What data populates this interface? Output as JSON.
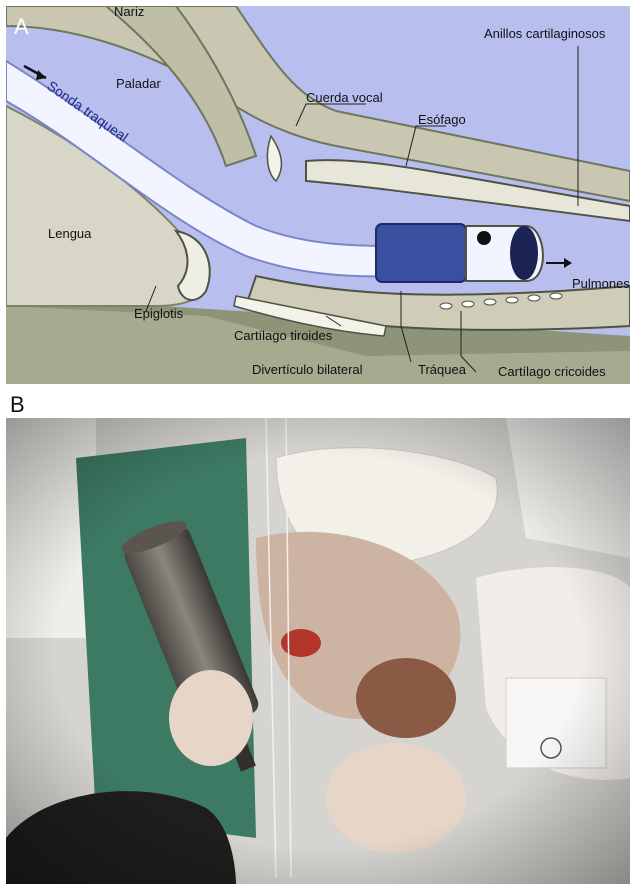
{
  "panel_a": {
    "label": "A",
    "labels": {
      "nariz": "Nariz",
      "paladar": "Paladar",
      "sonda_traqueal": "Sonda traqueal",
      "cuerda_vocal": "Cuerda vocal",
      "esofago": "Esófago",
      "anillos_cartilaginosos": "Anillos cartilaginosos",
      "lengua": "Lengua",
      "pulmones": "Pulmones",
      "epiglotis": "Epiglotis",
      "cartilago_tiroides": "Cartílago tiroides",
      "diverticulo_bilateral": "Divertículo bilateral",
      "traquea": "Tráquea",
      "cartilago_cricoides": "Cartílago cricoides"
    },
    "colors": {
      "background": "#b8bfef",
      "tissue": "#d9d7c4",
      "dark_tissue": "#6f765e",
      "tube": "#f2f4ff",
      "cuff": "#3a4fa0"
    }
  },
  "panel_b": {
    "label": "B"
  }
}
